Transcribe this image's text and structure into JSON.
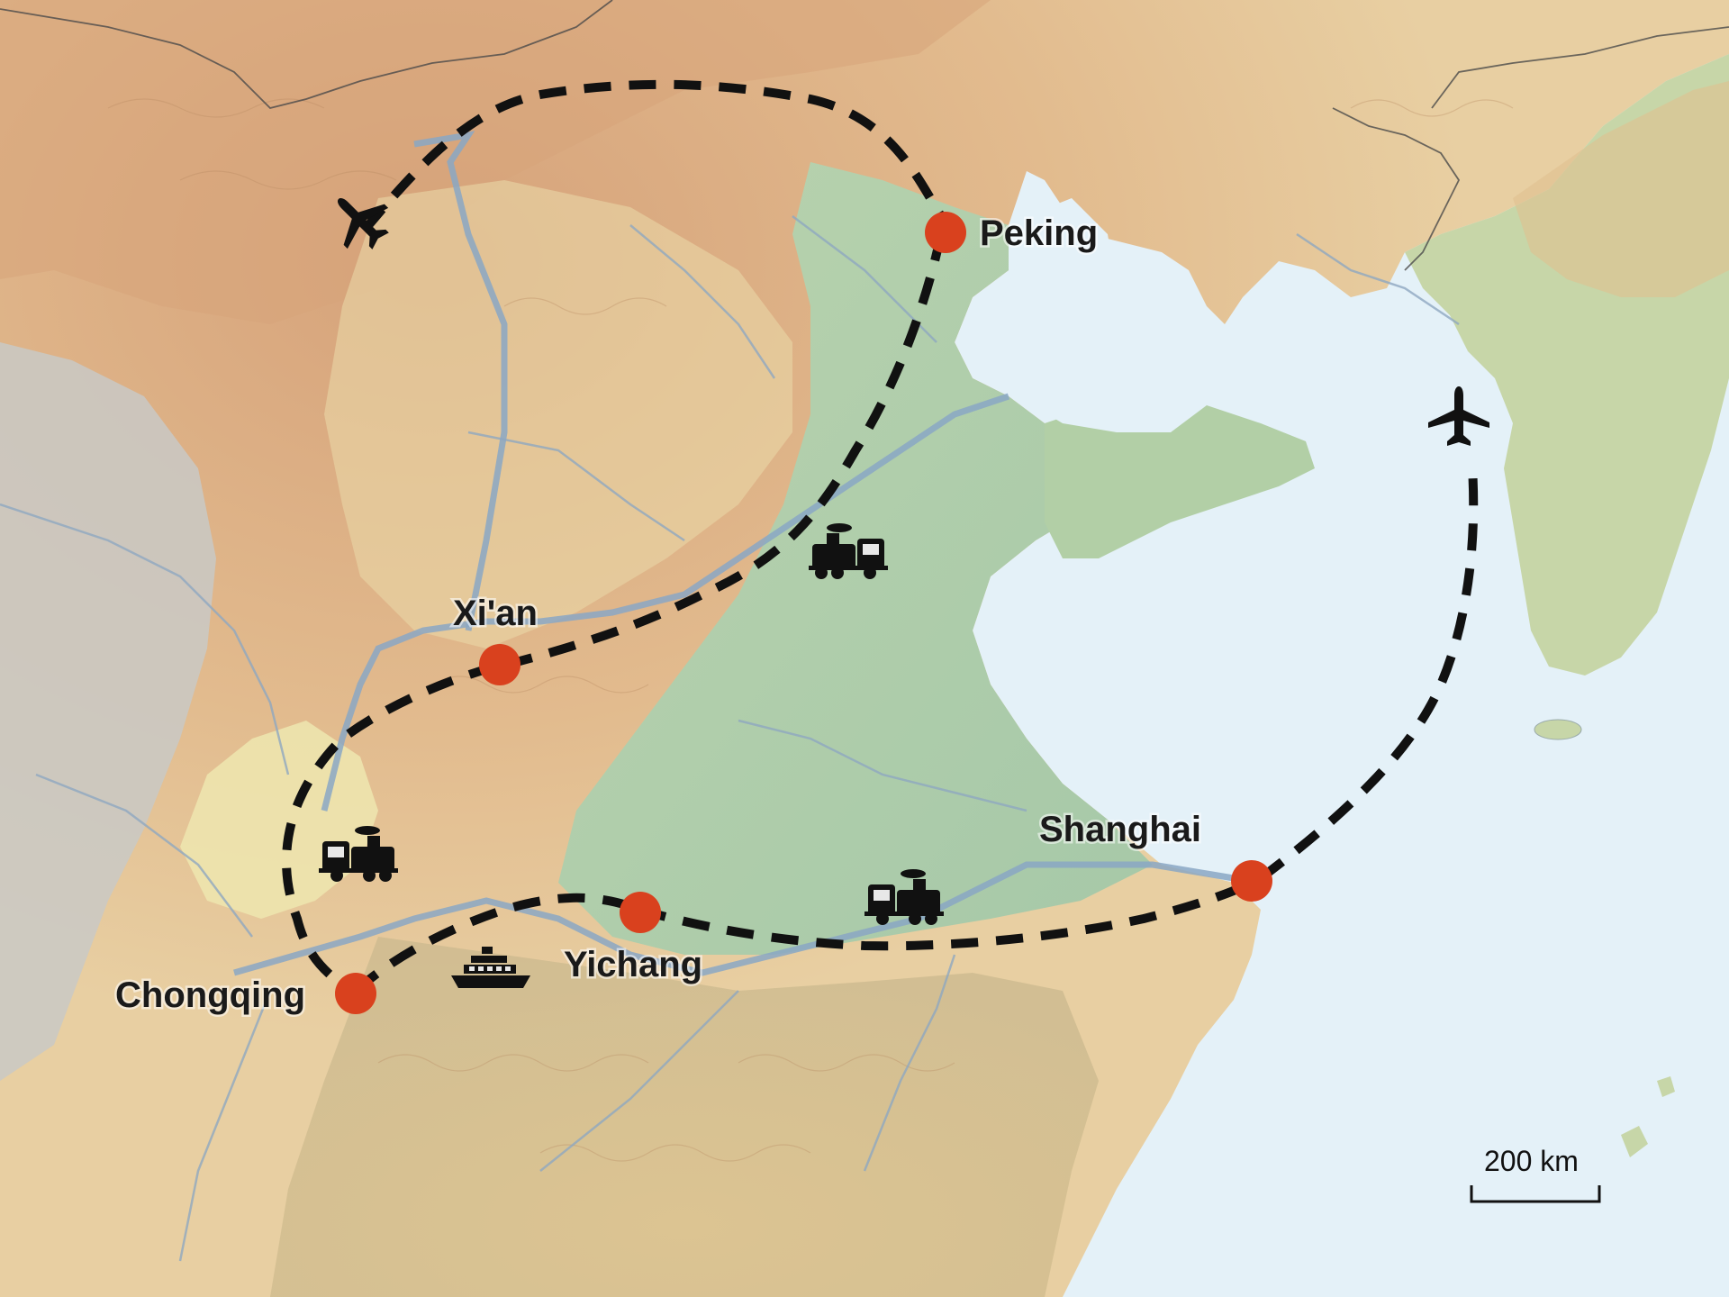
{
  "colors": {
    "sea": "#e4f1f8",
    "lowland": "#a8cba8",
    "plateau": "#e8caa0",
    "highland": "#d9a87c",
    "mountain": "#c7c7c7",
    "city_marker": "#d9411e",
    "route": "#111111"
  },
  "cities": [
    {
      "id": "peking",
      "label": "Peking"
    },
    {
      "id": "xian",
      "label": "Xi'an"
    },
    {
      "id": "chongqing",
      "label": "Chongqing"
    },
    {
      "id": "yichang",
      "label": "Yichang"
    },
    {
      "id": "shanghai",
      "label": "Shanghai"
    }
  ],
  "route_segments": [
    {
      "from": "",
      "to": "Peking",
      "mode": "airplane-icon"
    },
    {
      "from": "Peking",
      "to": "Xi'an",
      "mode": "train-icon"
    },
    {
      "from": "Xi'an",
      "to": "Chongqing",
      "mode": "train-icon"
    },
    {
      "from": "Chongqing",
      "to": "Yichang",
      "mode": "ship-icon"
    },
    {
      "from": "Yichang",
      "to": "Shanghai",
      "mode": "train-icon"
    },
    {
      "from": "Shanghai",
      "to": "",
      "mode": "airplane-icon"
    }
  ],
  "scale_bar": {
    "label": "200 km"
  }
}
